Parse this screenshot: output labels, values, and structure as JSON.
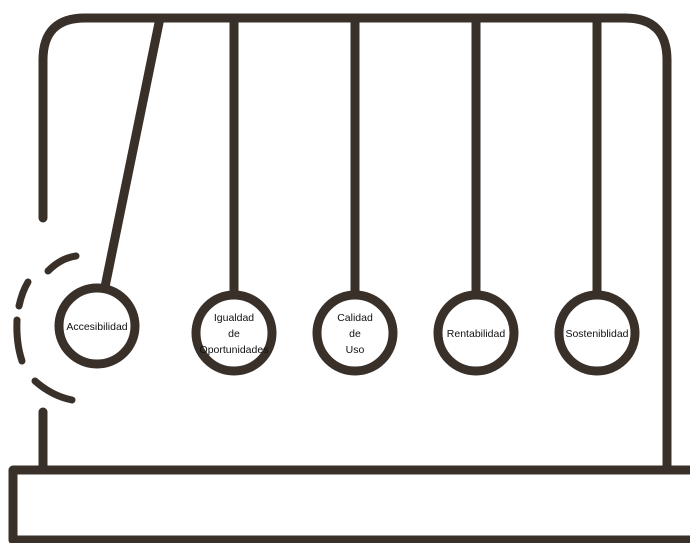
{
  "colors": {
    "stroke": "#3a302a",
    "background": "#ffffff"
  },
  "balls": [
    {
      "id": "accesibilidad",
      "lines": [
        "Accesibilidad"
      ],
      "swinging": true
    },
    {
      "id": "igualdad-de-oportunidades",
      "lines": [
        "Igualdad",
        "de",
        "Oportunidades"
      ],
      "swinging": false
    },
    {
      "id": "calidad-de-uso",
      "lines": [
        "Calidad",
        "de",
        "Uso"
      ],
      "swinging": false
    },
    {
      "id": "rentabilidad",
      "lines": [
        "Rentabilidad"
      ],
      "swinging": false
    },
    {
      "id": "sosteniblidad",
      "lines": [
        "Sosteniblidad"
      ],
      "swinging": false
    }
  ]
}
